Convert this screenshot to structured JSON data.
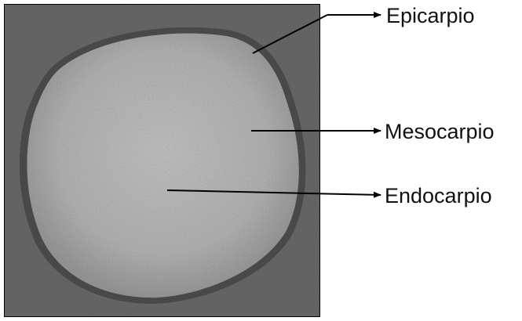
{
  "diagram": {
    "labels": [
      {
        "id": "epicarpio",
        "text": "Epicarpio"
      },
      {
        "id": "mesocarpio",
        "text": "Mesocarpio"
      },
      {
        "id": "endocarpio",
        "text": "Endocarpio"
      }
    ],
    "colors": {
      "background": "#ffffff",
      "photo_frame": "#5f5f5f",
      "fruit_fill": "#b9b9b9",
      "fruit_rim": "#5a5a5a",
      "arrow": "#000000",
      "label_text": "#111111"
    }
  }
}
